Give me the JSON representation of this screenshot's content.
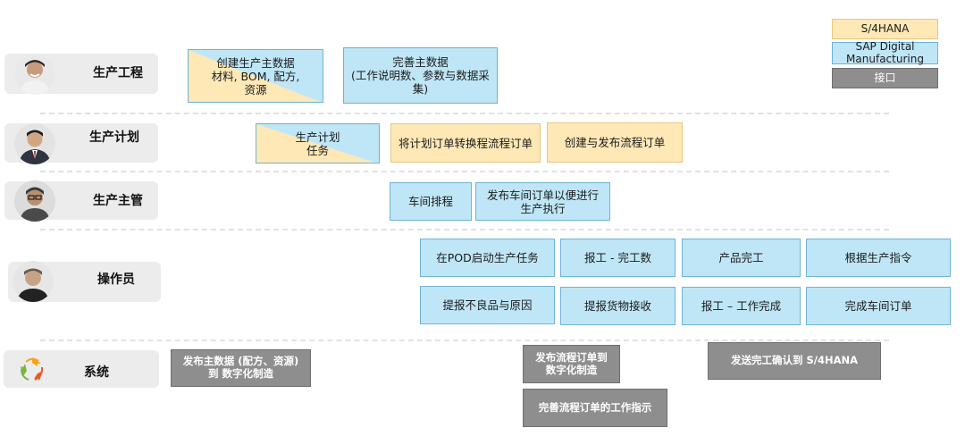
{
  "lanes": [
    {
      "label": "生产工程",
      "icon": "engineer-avatar-icon"
    },
    {
      "label": "生产计划",
      "icon": "planner-avatar-icon"
    },
    {
      "label": "生产主管",
      "icon": "supervisor-avatar-icon"
    },
    {
      "label": "操作员",
      "icon": "operator-avatar-icon"
    },
    {
      "label": "系统",
      "icon": "system-cycle-icon"
    }
  ],
  "legend": {
    "s4hana": "S/4HANA",
    "sap_dm_line1": "SAP Digital",
    "sap_dm_line2": "Manufacturing",
    "interface": "接口"
  },
  "engineering": {
    "create_master_line1": "创建生产主数据",
    "create_master_line2": "材料, BOM, 配方,",
    "create_master_line3": "资源",
    "refine_master_line1": "完善主数据",
    "refine_master_line2": "(工作说明数、参数与数据采",
    "refine_master_line3": "集)"
  },
  "planning": {
    "plan_task_line1": "生产计划",
    "plan_task_line2": "任务",
    "convert_orders": "将计划订单转换程流程订单",
    "create_release": "创建与发布流程订单"
  },
  "supervisor": {
    "shop_schedule": "车间排程",
    "release_shop_line1": "发布车间订单以便进行",
    "release_shop_line2": "生产执行"
  },
  "operator": {
    "pod_start": "在POD启动生产任务",
    "report_qty": "报工 - 完工数",
    "product_done": "产品完工",
    "by_instruction": "根据生产指令",
    "report_defects": "提报不良品与原因",
    "report_goods": "提报货物接收",
    "report_work_done": "报工 – 工作完成",
    "complete_shop": "完成车间订单"
  },
  "system": {
    "publish_master_line1": "发布主数据 (配方、资源)",
    "publish_master_line2": "到 数字化制造",
    "publish_process_line1": "发布流程订单到",
    "publish_process_line2": "数字化制造",
    "refine_process_instr": "完善流程订单的工作指示",
    "send_confirmation": "发送完工确认到 S/4HANA"
  },
  "colors": {
    "sap_dm": "#bfe6f6",
    "s4hana": "#fde8b6",
    "interface": "#8e8e8e",
    "lane_bg": "#ececec"
  }
}
